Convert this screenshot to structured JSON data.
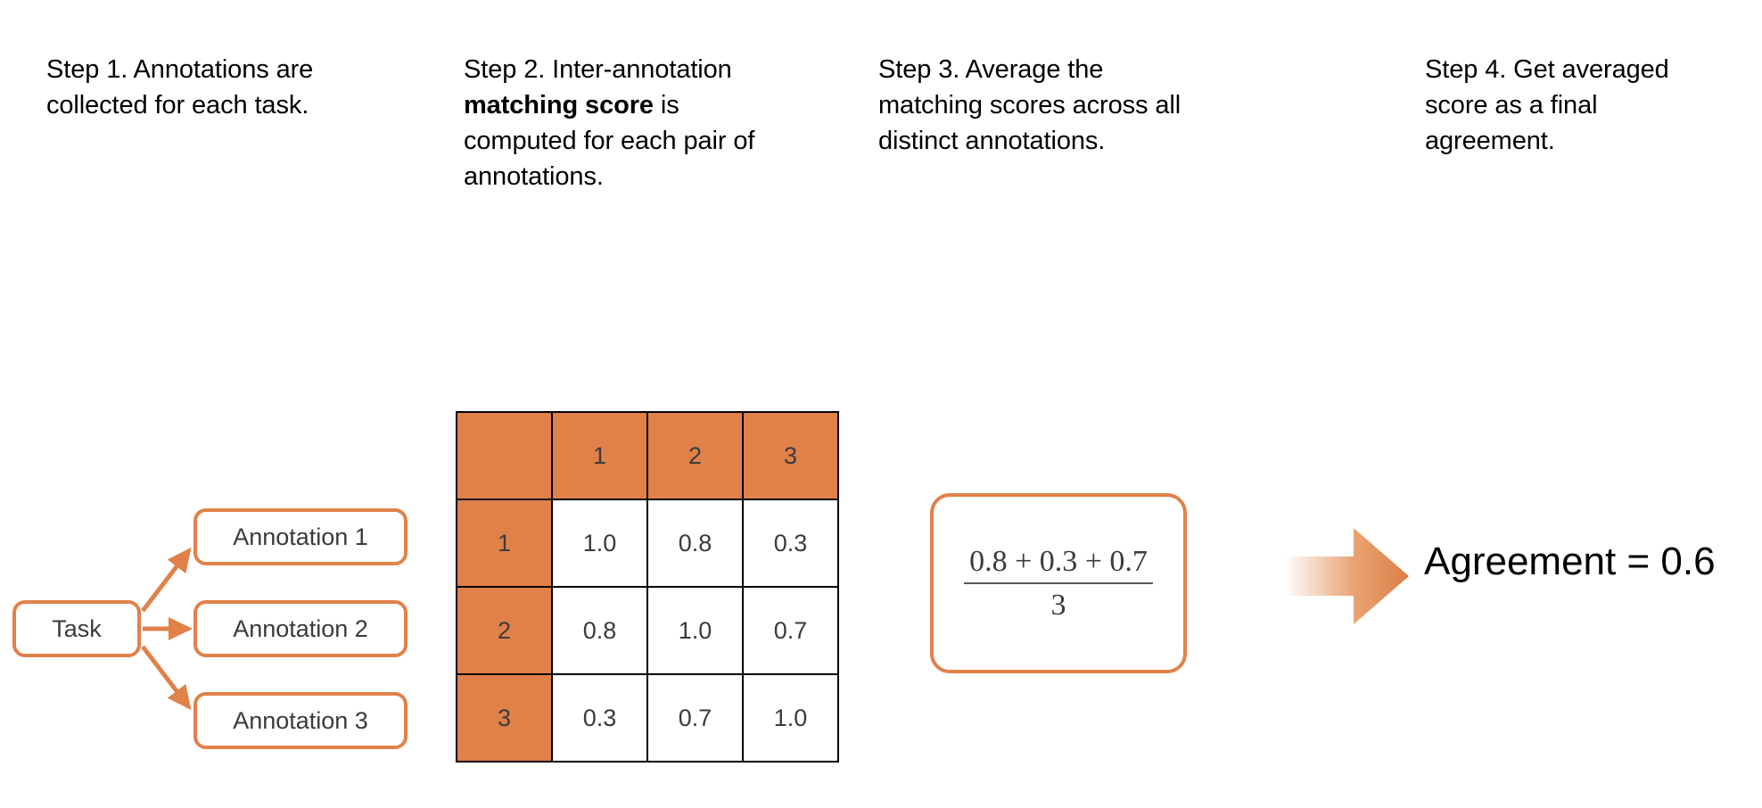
{
  "steps": [
    {
      "id": "step1",
      "text": "Step 1. Annotations are collected for each task."
    },
    {
      "id": "step2",
      "text_before": "Step 2. Inter-annotation ",
      "text_bold": "matching score",
      "text_after": " is computed for each pair of annotations."
    },
    {
      "id": "step3",
      "text": "Step 3. Average the matching scores across all distinct annotations."
    },
    {
      "id": "step4",
      "text": "Step 4. Get averaged score as a final agreement."
    }
  ],
  "flow": {
    "task_label": "Task",
    "annotations": [
      {
        "label": "Annotation 1"
      },
      {
        "label": "Annotation 2"
      },
      {
        "label": "Annotation 3"
      }
    ]
  },
  "matrix": {
    "corner_label": "",
    "column_headers": [
      "1",
      "2",
      "3"
    ],
    "row_headers": [
      "1",
      "2",
      "3"
    ],
    "rows": [
      [
        "1.0",
        "0.8",
        "0.3"
      ],
      [
        "0.8",
        "1.0",
        "0.7"
      ],
      [
        "0.3",
        "0.7",
        "1.0"
      ]
    ]
  },
  "formula": {
    "numerator": "0.8 + 0.3 + 0.7",
    "denominator": "3"
  },
  "result": {
    "text": "Agreement = 0.6"
  },
  "colors": {
    "accent_orange": "#E1814A",
    "text_gray": "#3B3B3B",
    "border_black": "#000000"
  }
}
